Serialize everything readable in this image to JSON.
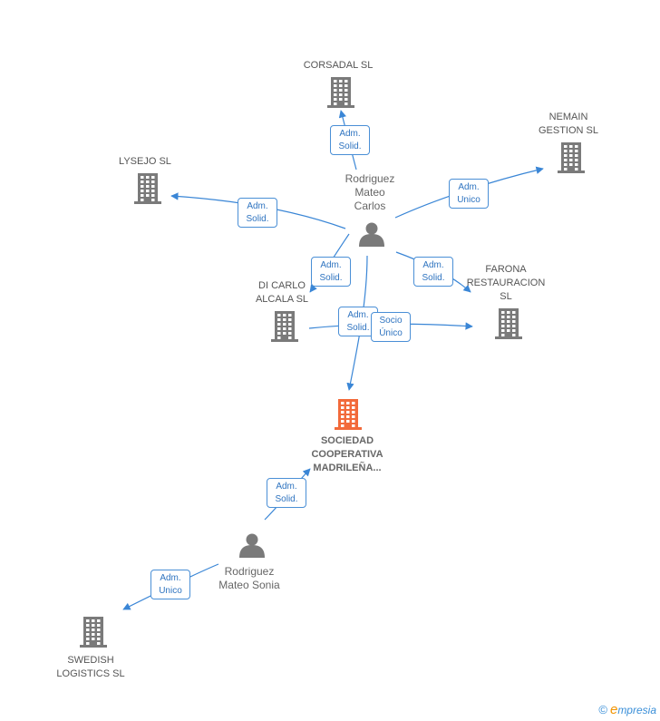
{
  "nodes": {
    "corsadal": {
      "label": "CORSADAL SL",
      "type": "company",
      "color": "#7a7a7a"
    },
    "nemain": {
      "label": "NEMAIN\nGESTION SL",
      "type": "company",
      "color": "#7a7a7a"
    },
    "lysejo": {
      "label": "LYSEJO SL",
      "type": "company",
      "color": "#7a7a7a"
    },
    "dicarlo": {
      "label": "DI CARLO\nALCALA SL",
      "type": "company",
      "color": "#7a7a7a"
    },
    "farona": {
      "label": "FARONA\nRESTAURACION\nSL",
      "type": "company",
      "color": "#7a7a7a"
    },
    "sociedad": {
      "label": "SOCIEDAD\nCOOPERATIVA\nMADRILEÑA...",
      "type": "company",
      "color": "#f26a3a"
    },
    "swedish": {
      "label": "SWEDISH\nLOGISTICS  SL",
      "type": "company",
      "color": "#7a7a7a"
    },
    "carlos": {
      "label": "Rodriguez\nMateo\nCarlos",
      "type": "person",
      "color": "#7a7a7a"
    },
    "sonia": {
      "label": "Rodriguez\nMateo Sonia",
      "type": "person",
      "color": "#7a7a7a"
    }
  },
  "edges": [
    {
      "from": "carlos",
      "to": "corsadal",
      "label": "Adm.\nSolid."
    },
    {
      "from": "carlos",
      "to": "nemain",
      "label": "Adm.\nUnico"
    },
    {
      "from": "carlos",
      "to": "lysejo",
      "label": "Adm.\nSolid."
    },
    {
      "from": "carlos",
      "to": "dicarlo",
      "label": "Adm.\nSolid."
    },
    {
      "from": "carlos",
      "to": "farona",
      "label": "Adm.\nSolid."
    },
    {
      "from": "carlos",
      "to": "sociedad",
      "label": "Adm.\nSolid."
    },
    {
      "from": "dicarlo",
      "to": "farona",
      "label": "Socio\nÚnico"
    },
    {
      "from": "sonia",
      "to": "sociedad",
      "label": "Adm.\nSolid."
    },
    {
      "from": "sonia",
      "to": "swedish",
      "label": "Adm.\nUnico"
    }
  ],
  "colors": {
    "edge": "#3a86d6",
    "badge_border": "#4a8fd6",
    "badge_text": "#2f74c0"
  },
  "footer": {
    "copyright_symbol": "©",
    "brand_initial": "e",
    "brand_rest": "mpresia"
  }
}
